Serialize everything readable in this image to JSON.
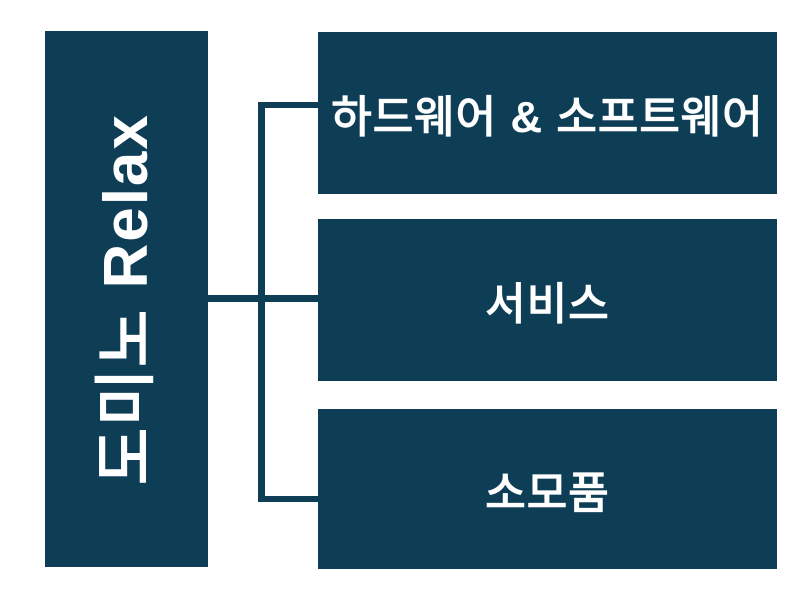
{
  "diagram": {
    "type": "tree",
    "orientation": "left-to-right",
    "root": {
      "label": "도미노 Relax",
      "text_rotation_deg": -90
    },
    "children": [
      {
        "label": "하드웨어 & 소프트웨어"
      },
      {
        "label": "서비스"
      },
      {
        "label": "소모품"
      }
    ],
    "colors": {
      "node_fill": "#0e3d56",
      "node_text": "#ffffff",
      "connector": "#0e3d56",
      "background": "#ffffff"
    }
  }
}
